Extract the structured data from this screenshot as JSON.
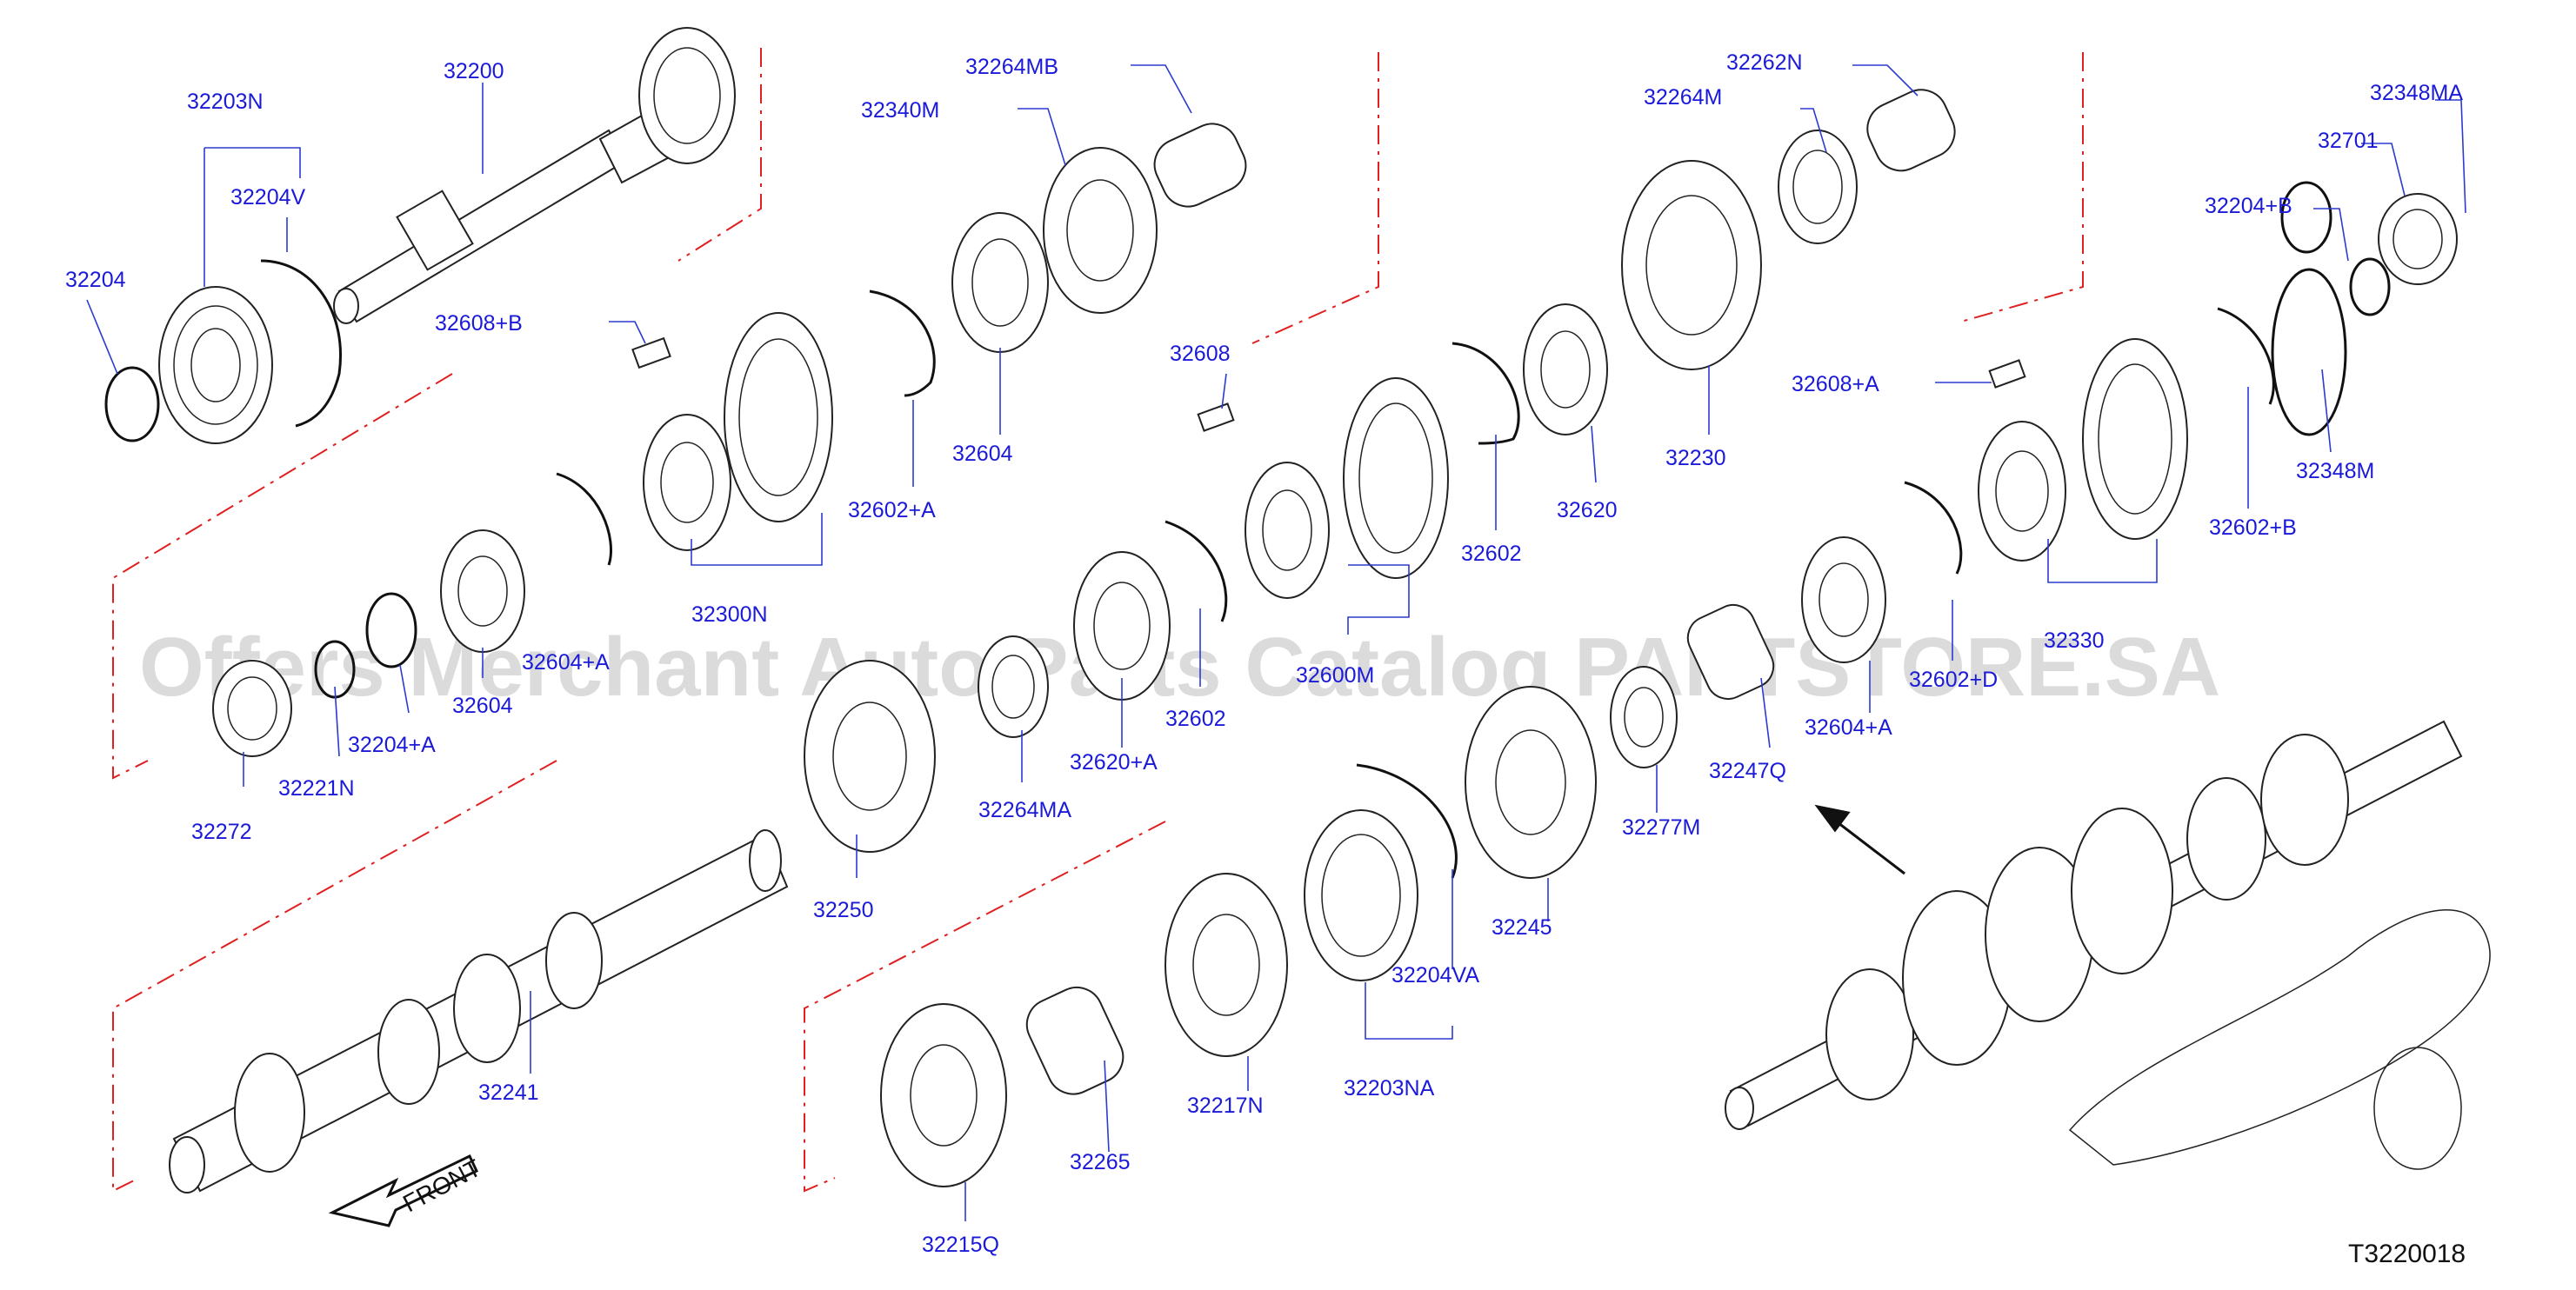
{
  "diagram": {
    "code": "T3220018",
    "front_label": "FRONT",
    "watermark": "Offers Merchant Auto Parts Catalog PARTSTORE.SA",
    "parts": [
      {
        "id": "p32203N",
        "label": "32203N"
      },
      {
        "id": "p32200",
        "label": "32200"
      },
      {
        "id": "p32204V",
        "label": "32204V"
      },
      {
        "id": "p32204",
        "label": "32204"
      },
      {
        "id": "p32264MB",
        "label": "32264MB"
      },
      {
        "id": "p32340M",
        "label": "32340M"
      },
      {
        "id": "p32608B",
        "label": "32608+B"
      },
      {
        "id": "p32604a",
        "label": "32604"
      },
      {
        "id": "p32602A",
        "label": "32602+A"
      },
      {
        "id": "p32300N",
        "label": "32300N"
      },
      {
        "id": "p32604b",
        "label": "32604"
      },
      {
        "id": "p32604A_left",
        "label": "32604+A"
      },
      {
        "id": "p32204A",
        "label": "32204+A"
      },
      {
        "id": "p32221N",
        "label": "32221N"
      },
      {
        "id": "p32272",
        "label": "32272"
      },
      {
        "id": "p32262N",
        "label": "32262N"
      },
      {
        "id": "p32264M",
        "label": "32264M"
      },
      {
        "id": "p32608",
        "label": "32608"
      },
      {
        "id": "p32230",
        "label": "32230"
      },
      {
        "id": "p32620",
        "label": "32620"
      },
      {
        "id": "p32602a",
        "label": "32602"
      },
      {
        "id": "p32600M",
        "label": "32600M"
      },
      {
        "id": "p32602b",
        "label": "32602"
      },
      {
        "id": "p32620A",
        "label": "32620+A"
      },
      {
        "id": "p32264MA",
        "label": "32264MA"
      },
      {
        "id": "p32250",
        "label": "32250"
      },
      {
        "id": "p32348MA",
        "label": "32348MA"
      },
      {
        "id": "p32701",
        "label": "32701"
      },
      {
        "id": "p32204B",
        "label": "32204+B"
      },
      {
        "id": "p32608A",
        "label": "32608+A"
      },
      {
        "id": "p32348M",
        "label": "32348M"
      },
      {
        "id": "p32602B",
        "label": "32602+B"
      },
      {
        "id": "p32330",
        "label": "32330"
      },
      {
        "id": "p32602D",
        "label": "32602+D"
      },
      {
        "id": "p32604A",
        "label": "32604+A"
      },
      {
        "id": "p32247Q",
        "label": "32247Q"
      },
      {
        "id": "p32277M",
        "label": "32277M"
      },
      {
        "id": "p32245",
        "label": "32245"
      },
      {
        "id": "p32204VA",
        "label": "32204VA"
      },
      {
        "id": "p32203NA",
        "label": "32203NA"
      },
      {
        "id": "p32217N",
        "label": "32217N"
      },
      {
        "id": "p32265",
        "label": "32265"
      },
      {
        "id": "p32215Q",
        "label": "32215Q"
      },
      {
        "id": "p32241",
        "label": "32241"
      }
    ]
  }
}
